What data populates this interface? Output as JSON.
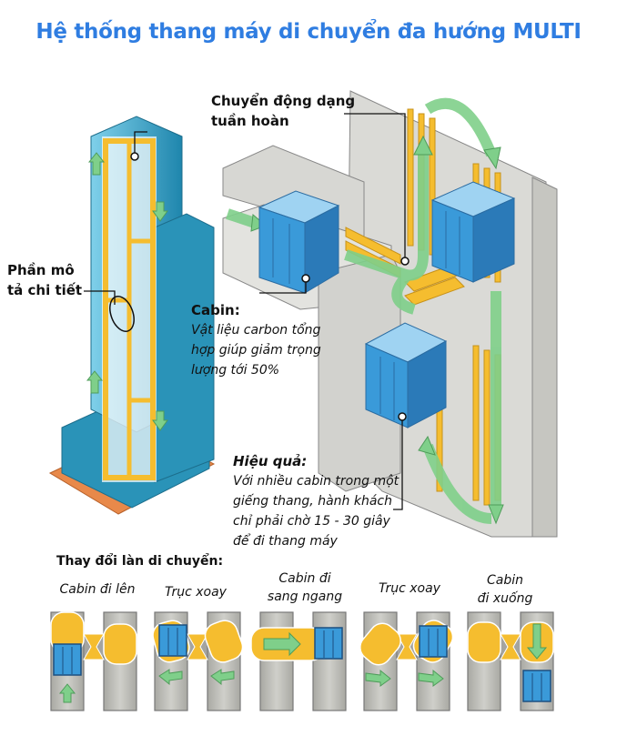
{
  "title": "Hệ thống thang máy di chuyển đa hướng MULTI",
  "colors": {
    "title": "#2f7de1",
    "cabin_blue": "#3a9ad9",
    "rail_yellow": "#f5bd2f",
    "arrow_green": "#7fcf8a",
    "wall_grey": "#c8c8c4",
    "tower_teal": "#2a93b8",
    "base_orange": "#e8894a"
  },
  "callouts": {
    "detail": {
      "line1": "Phần mô",
      "line2": "tả chi tiết"
    },
    "circular": {
      "line1": "Chuyển động dạng",
      "line2": "tuần hoàn"
    },
    "cabin": {
      "heading": "Cabin:",
      "lines": [
        "Vật liệu carbon tổng",
        "hợp giúp giảm trọng",
        "lượng tới 50%"
      ]
    },
    "efficiency": {
      "heading": "Hiệu quả:",
      "lines": [
        "Với nhiều cabin trong một",
        "giếng thang, hành khách",
        "chỉ phải chờ 15 - 30 giây",
        "để đi thang máy"
      ]
    }
  },
  "lane_change": {
    "heading": "Thay đổi làn di chuyển:",
    "steps": [
      {
        "label_lines": [
          "Cabin đi lên"
        ],
        "arrow": "up"
      },
      {
        "label_lines": [
          "Trục xoay"
        ],
        "arrow": "left-rotate"
      },
      {
        "label_lines": [
          "Cabin đi",
          "sang ngang"
        ],
        "arrow": "right"
      },
      {
        "label_lines": [
          "Trục xoay"
        ],
        "arrow": "right-rotate"
      },
      {
        "label_lines": [
          "Cabin",
          "đi xuống"
        ],
        "arrow": "down"
      }
    ]
  },
  "icons": {
    "tower": "skyscraper-cutaway-icon",
    "shaft": "elevator-shaft-cutaway-icon",
    "cabin": "elevator-cabin-icon",
    "arrow": "direction-arrow-icon"
  }
}
